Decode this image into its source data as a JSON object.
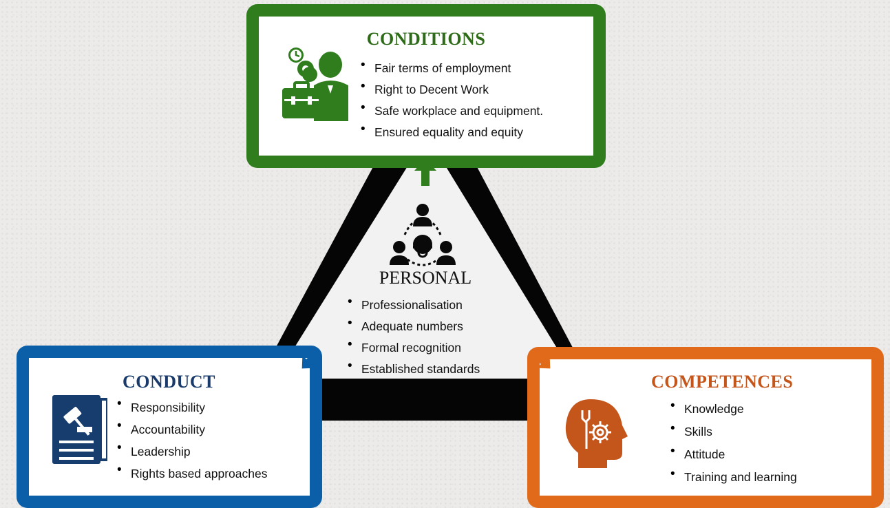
{
  "colors": {
    "conditions": "#2f7d1d",
    "conduct": "#0b5fa8",
    "competences": "#e06a1a",
    "conditions_title": "#2e6b18",
    "conduct_title": "#1a3a6b",
    "competences_title": "#c4561c",
    "triangle_outer": "#050505",
    "triangle_inner": "#f2f2f2"
  },
  "conditions": {
    "title": "CONDITIONS",
    "icon": "workers-briefcase-clock-icon",
    "items": [
      "Fair terms of employment",
      "Right to Decent Work",
      "Safe workplace and equipment.",
      "Ensured equality and equity"
    ]
  },
  "personal": {
    "title": "PERSONAL",
    "icon": "team-network-gear-icon",
    "items": [
      "Professionalisation",
      "Adequate numbers",
      "Formal recognition",
      "Established standards"
    ]
  },
  "conduct": {
    "title": "CONDUCT",
    "icon": "law-book-gavel-icon",
    "items": [
      "Responsibility",
      "Accountability",
      "Leadership",
      "Rights based approaches"
    ]
  },
  "competences": {
    "title": "COMPETENCES",
    "icon": "head-gear-wrench-icon",
    "items": [
      "Knowledge",
      "Skills",
      "Attitude",
      "Training and learning"
    ]
  }
}
